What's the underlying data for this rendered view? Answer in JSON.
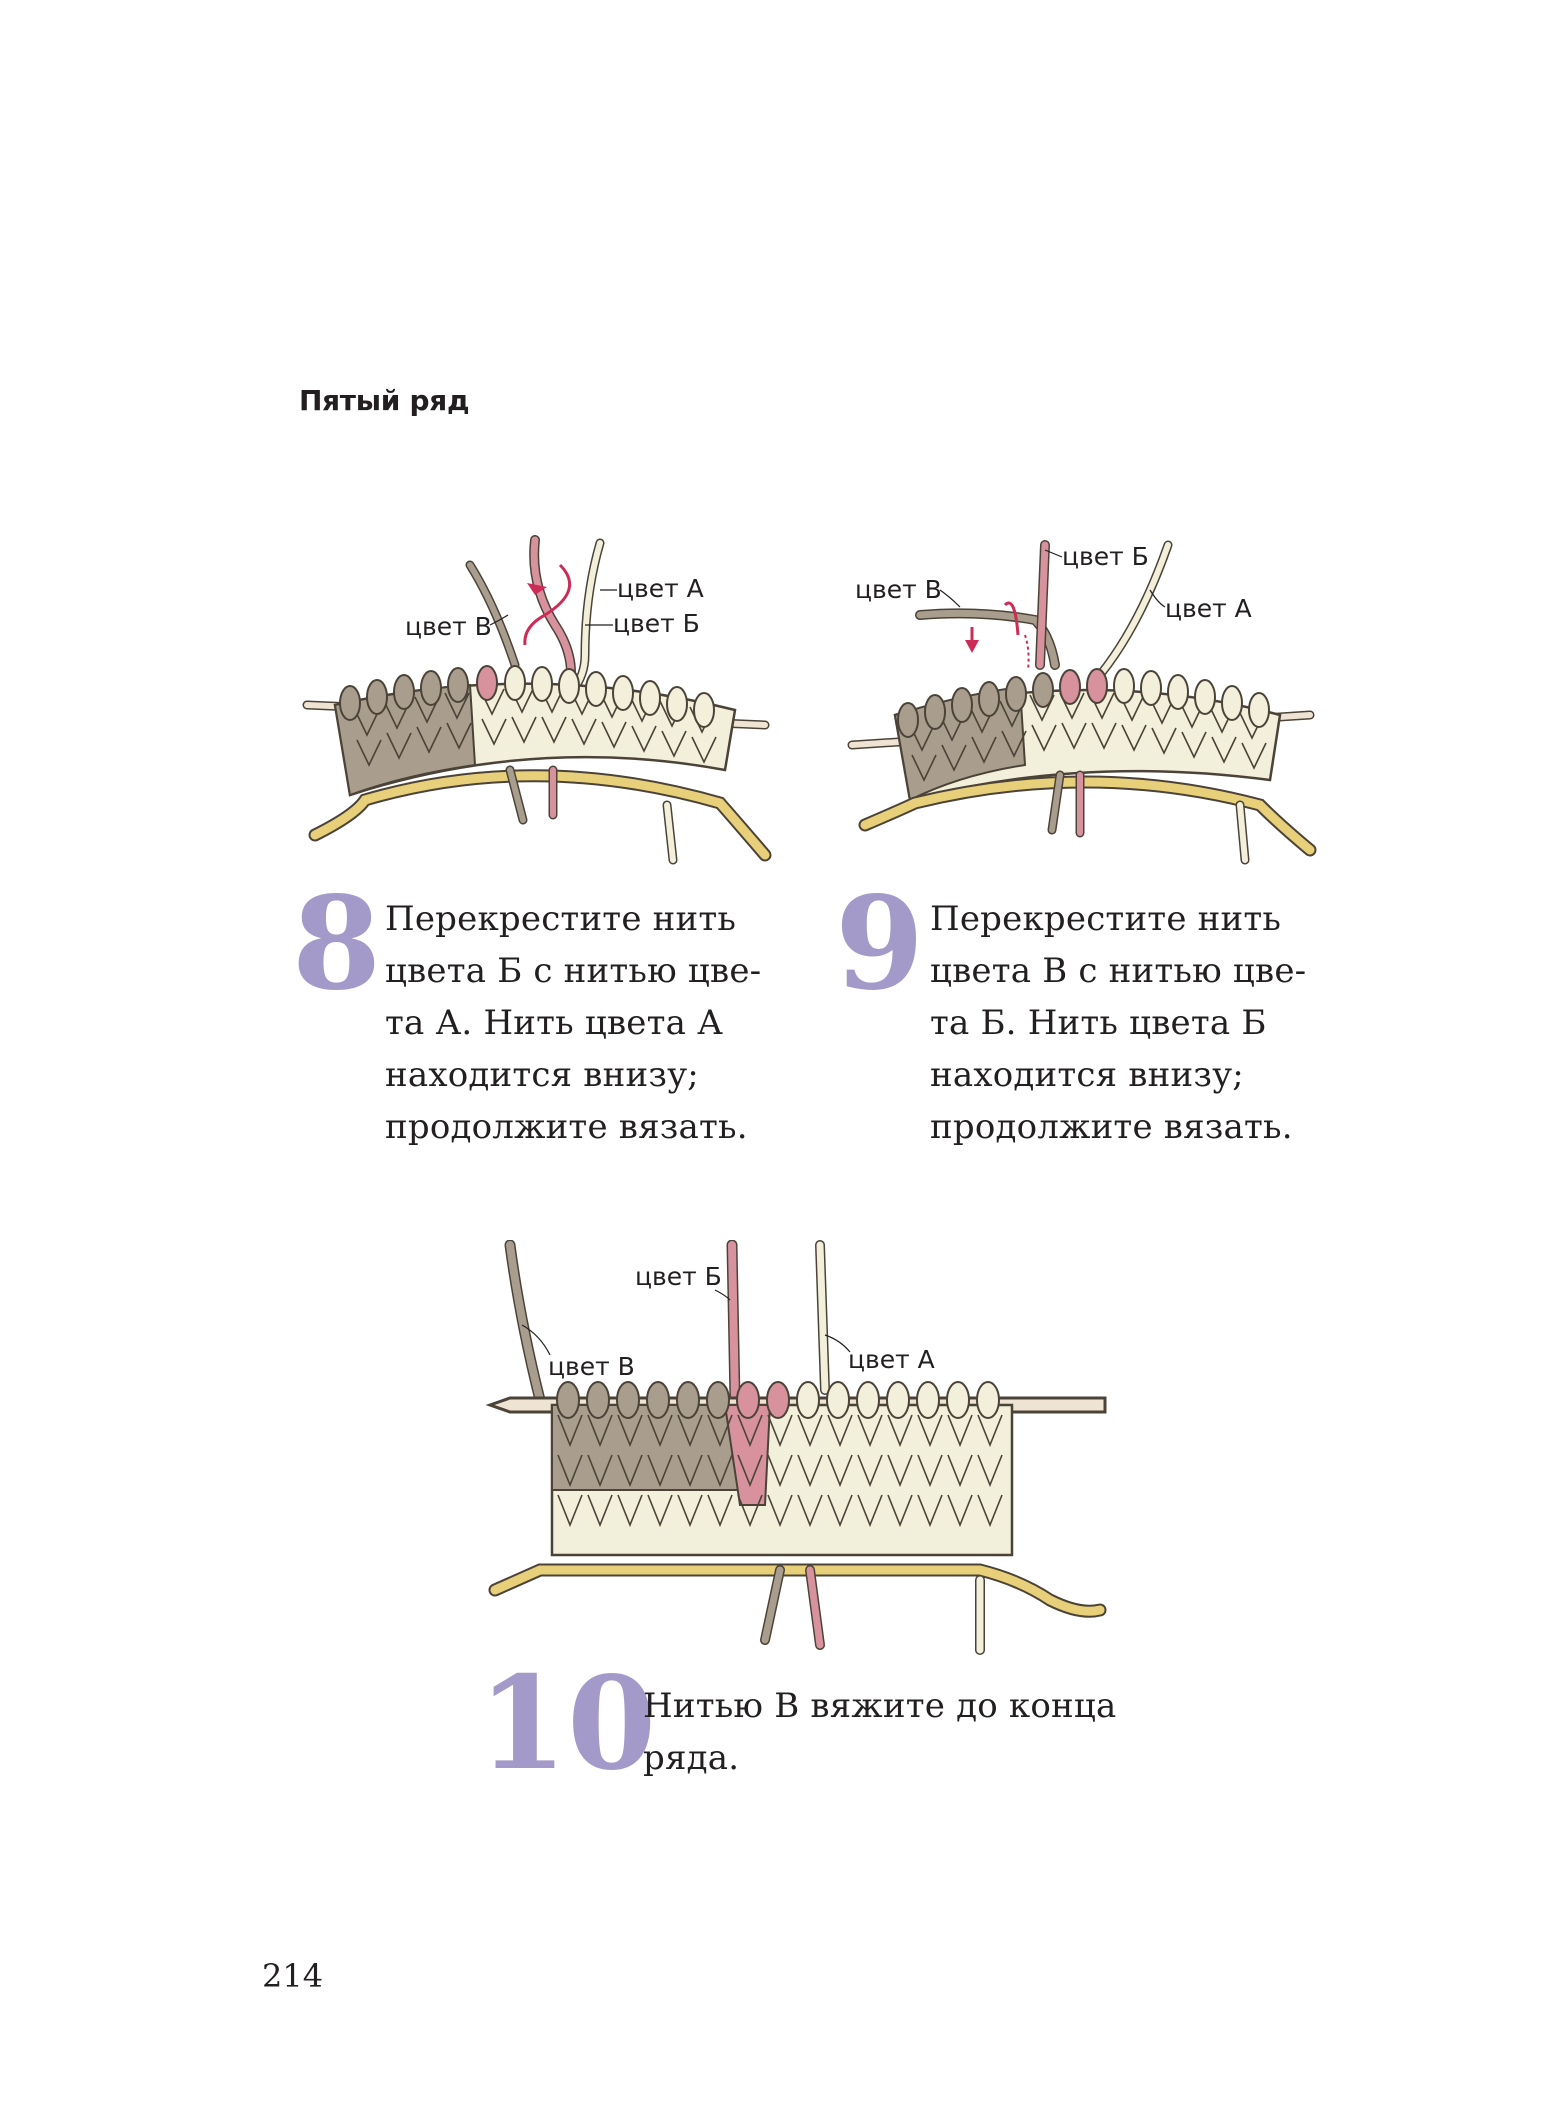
{
  "section_title": "Пятый ряд",
  "colors": {
    "accent_number": "#a49ac9",
    "yarn_a": "#f2efdb",
    "yarn_b": "#d7929d",
    "yarn_c": "#a99d8d",
    "cast_on": "#e8cf7a",
    "needle": "#efe4d3",
    "outline": "#4b4338"
  },
  "steps": [
    {
      "number": "8",
      "text": "Перекрестите нить\nцвета Б с нитью цве-\nта А. Нить цвета А\nнаходится внизу;\nпродолжите вязать.",
      "labels": {
        "a": "цвет А",
        "b": "цвет Б",
        "c": "цвет В"
      }
    },
    {
      "number": "9",
      "text": "Перекрестите нить\nцвета В с нитью цве-\nта Б. Нить цвета Б\nнаходится внизу;\nпродолжите вязать.",
      "labels": {
        "a": "цвет А",
        "b": "цвет Б",
        "c": "цвет В"
      }
    },
    {
      "number": "10",
      "text": "Нитью В вяжите до конца\nряда.",
      "labels": {
        "a": "цвет А",
        "b": "цвет Б",
        "c": "цвет В"
      }
    }
  ],
  "page_number": "214"
}
